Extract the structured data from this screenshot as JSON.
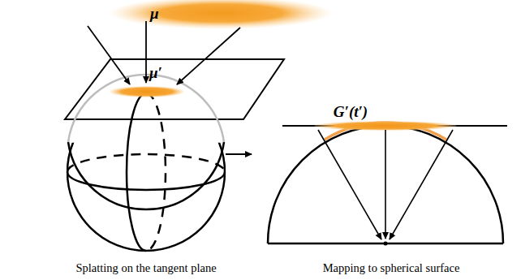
{
  "diagram": {
    "labels": [
      "μ",
      "μ′",
      "G′(t′)",
      "Splatting on the tangent plane",
      "Mapping to spherical surface"
    ]
  }
}
